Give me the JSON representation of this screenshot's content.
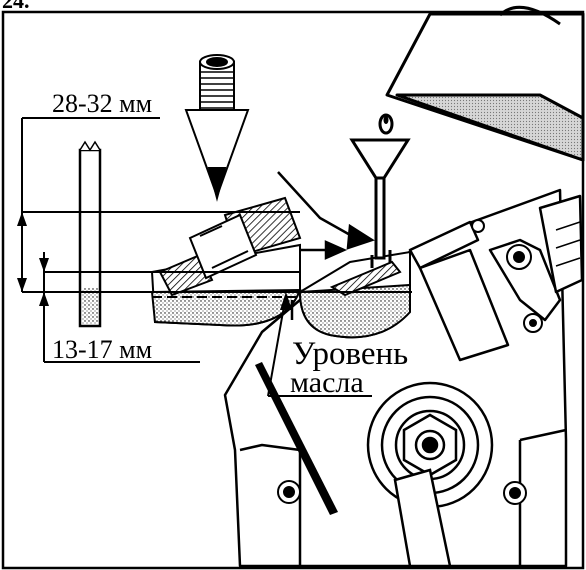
{
  "figure": {
    "number_label": "24.",
    "dimension_upper": "28-32 мм",
    "dimension_lower": "13-17 мм",
    "level_label_line1": "Уровень",
    "level_label_line2": "масла"
  },
  "icons": [
    "oil-can-icon",
    "funnel-icon",
    "filler-plug-icon",
    "dipstick-icon"
  ]
}
